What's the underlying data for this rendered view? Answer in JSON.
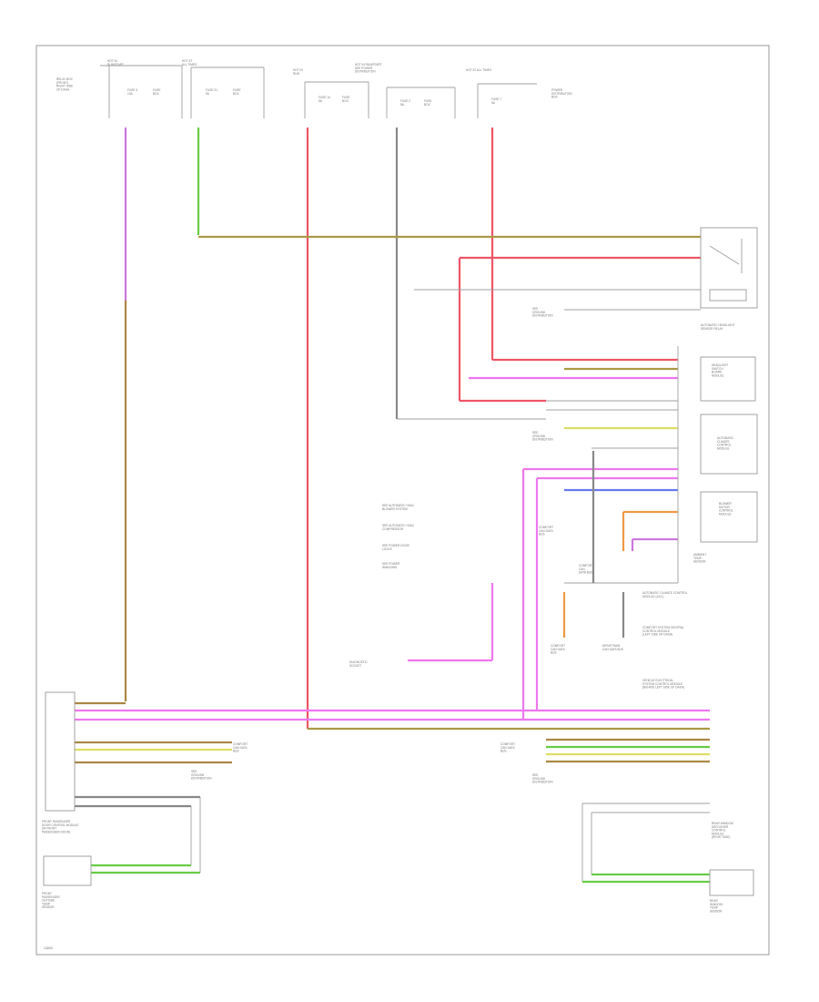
{
  "diagram": {
    "footer_code": "CAB00",
    "top_fuses": [
      {
        "label": "HOT IN\nRUN/START",
        "fuse": "FUSE 3\n10A",
        "note": "FUSE\nBOX"
      },
      {
        "label": "HOT AT\nALL TIMES",
        "fuse": "FUSE 21\n5A",
        "note": "FUSE\nBOX"
      },
      {
        "label": "HOT IN\nRUN",
        "fuse": "FUSE 14\n5A",
        "note": "FUSE\nBOX"
      },
      {
        "label": "HOT IN RUN/START\nSEE POWER\nDISTRIBUTION",
        "fuse": "FUSE 2\n5A",
        "note": "FUSE\nBOX"
      },
      {
        "label": "HOT AT ALL TIMES",
        "fuse": "FUSE 7\n5A",
        "note": "POWER\nDISTRIBUTION\nBOX"
      }
    ],
    "left_top_label": "RELAY BOX\n(FRONT)\nRIGHT SIDE\nOF DASH",
    "modules": {
      "relay_right": "AUTOMATIC HEADLIGHT\nSENSOR RELAY",
      "headlight_switch": "HEADLIGHT\nSWITCH\nBOARD\nMODULE",
      "climate_control": "AUTOMATIC\nCLIMATE\nCONTROL\nMODULE",
      "blower_motor": "BLOWER\nMOTOR\nCONTROL\nMODULE",
      "ambient_sensor": "AMBIENT\nTEMP\nSENSOR",
      "climate_module_label": "AUTOMATIC CLIMATE CONTROL\nMODULE (ACC)",
      "comfort_module": "COMFORT SYSTEM CENTRAL\nCONTROL MODULE\n(LEFT SIDE OF DASH)",
      "central_electrics": "VEHICLE ELECTRICAL\nSYSTEM CONTROL MODULE\n(BEHIND LEFT SIDE OF DASH)",
      "front_passenger_door": "FRONT PASSENGER\nDOOR CONTROL MODULE\n(IN FRONT\nPASSENGER DOOR)",
      "front_sensor": "FRONT\nPASSENGER\nOUTSIDE\nTEMP\nSENSOR",
      "rear_module": "REAR WINDOW\nDEFOGGER\nCONTROL\nMODULE\n(RIGHT SIDE)",
      "rear_sensor": "REAR\nWINDOW\nTEMP\nSENSOR"
    },
    "center_notes": [
      "SEE AUTOMATIC HVAC\nBLOWER SYSTEM",
      "SEE AUTOMATIC HVAC\nCOMPRESSOR",
      "SEE POWER DOOR\nLOCKS",
      "SEE POWER\nWINDOWS"
    ],
    "grounds": [
      "SEE\nGROUND\nDISTRIBUTION",
      "SEE\nGROUND\nDISTRIBUTION",
      "SEE\nGROUND\nDISTRIBUTION",
      "SEE\nGROUND\nDISTRIBUTION"
    ],
    "can_labels": [
      "COMFORT\nCAN DATA\nBUS",
      "COMFORT\nCAN\nDATA BUS",
      "DIAGNOSTIC\nSOCKET",
      "COMFORT\nCAN DATA\nBUS",
      "DRIVETRAIN\nCAN DATA BUS"
    ],
    "colors": {
      "violet": "#cc77dd",
      "green": "#66cc44",
      "red": "#ee5566",
      "brown": "#aa8844",
      "gray": "#888888",
      "pink": "#ee77ee",
      "orange": "#ee9944",
      "blue": "#6677ee",
      "yellow": "#dddd66"
    }
  }
}
